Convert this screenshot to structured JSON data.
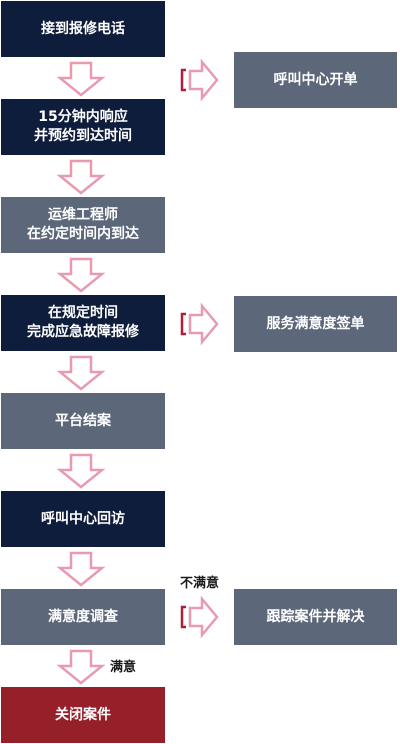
{
  "flow_steps": [
    {
      "id": "s1",
      "text": "接到报修电话",
      "tone": "dark"
    },
    {
      "id": "s2",
      "text": "15分钟内响应\n并预约到达时间",
      "tone": "dark"
    },
    {
      "id": "s3",
      "text": "运维工程师\n在约定时间内到达",
      "tone": "gray"
    },
    {
      "id": "s4",
      "text": "在规定时间\n完成应急故障报修",
      "tone": "dark"
    },
    {
      "id": "s5",
      "text": "平台结案",
      "tone": "gray"
    },
    {
      "id": "s6",
      "text": "呼叫中心回访",
      "tone": "dark"
    },
    {
      "id": "s7",
      "text": "满意度调查",
      "tone": "gray"
    },
    {
      "id": "s8",
      "text": "关闭案件",
      "tone": "red"
    }
  ],
  "side_steps": [
    {
      "id": "r1",
      "text": "呼叫中心开单"
    },
    {
      "id": "r2",
      "text": "服务满意度签单"
    },
    {
      "id": "r3",
      "text": "跟踪案件并解决"
    }
  ],
  "labels": {
    "satisfied": "满意",
    "not_satisfied": "不满意"
  },
  "colors": {
    "dark_box": "#0f1d3c",
    "gray_box": "#5c6779",
    "red_box": "#96202a",
    "arrow_outline": "#e89bb0",
    "arrow_bracket": "#b01e3a"
  }
}
